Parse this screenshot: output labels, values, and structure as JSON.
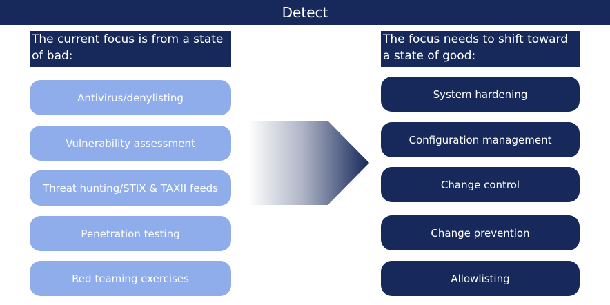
{
  "title": "Detect",
  "left": {
    "heading": "The current focus is from a state of bad:",
    "items": [
      "Antivirus/denylisting",
      "Vulnerability assessment",
      "Threat hunting/STIX & TAXII feeds",
      "Penetration testing",
      "Red teaming exercises"
    ]
  },
  "right": {
    "heading": "The focus needs to shift toward a state of good:",
    "items": [
      "System hardening",
      "Configuration management",
      "Change control",
      "Change prevention",
      "Allowlisting"
    ]
  },
  "colors": {
    "navy": "#17295a",
    "light_blue": "#8eadea"
  },
  "icons": {
    "arrow": "chevron-arrow-right"
  }
}
